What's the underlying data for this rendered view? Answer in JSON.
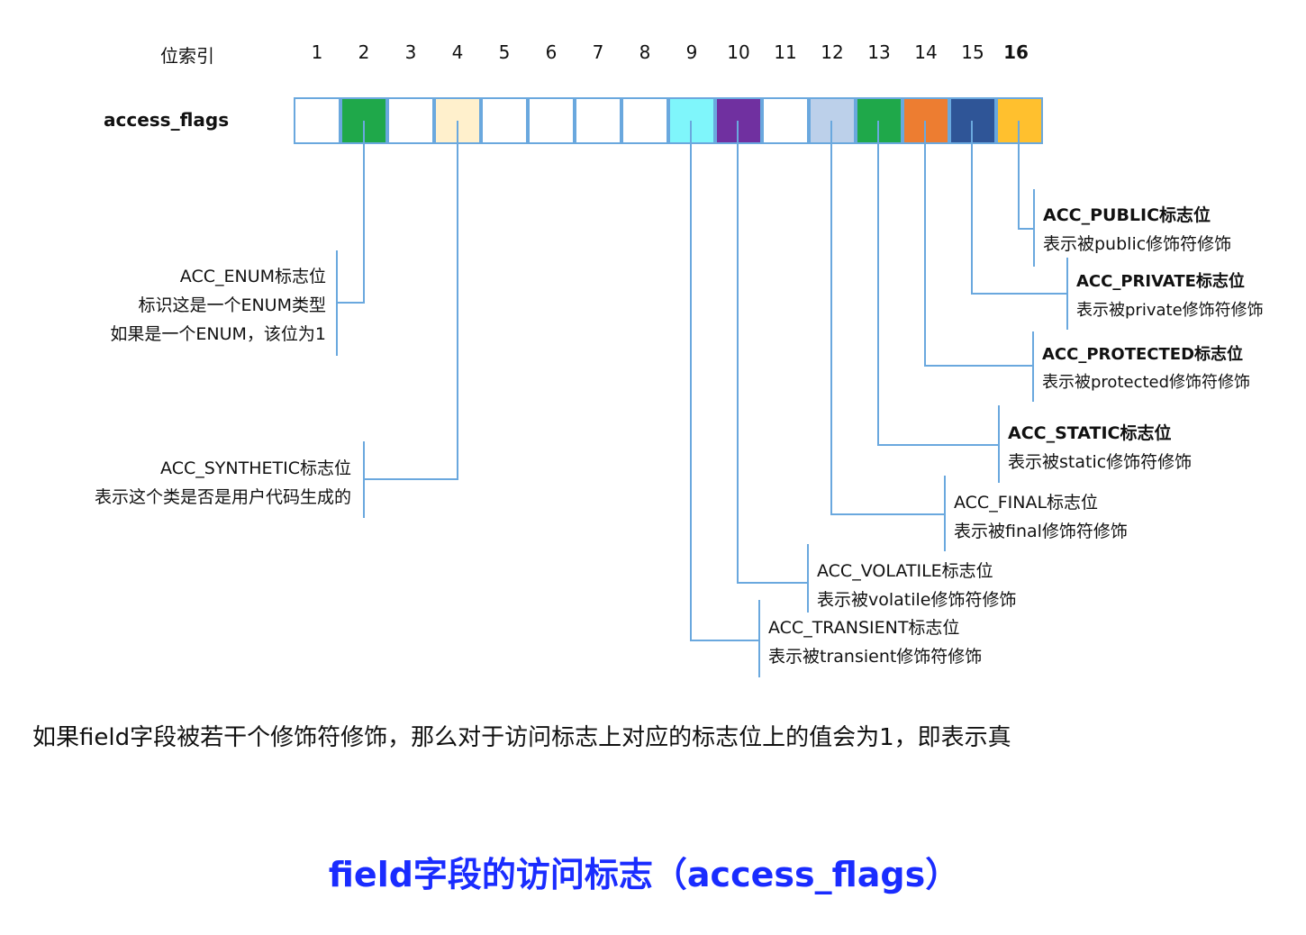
{
  "header": {
    "index_label": "位索引",
    "row_label": "access_flags"
  },
  "bits": [
    {
      "index": "1",
      "color": "#ffffff"
    },
    {
      "index": "2",
      "color": "#1fa84a"
    },
    {
      "index": "3",
      "color": "#ffffff"
    },
    {
      "index": "4",
      "color": "#fff0cc"
    },
    {
      "index": "5",
      "color": "#ffffff"
    },
    {
      "index": "6",
      "color": "#ffffff"
    },
    {
      "index": "7",
      "color": "#ffffff"
    },
    {
      "index": "8",
      "color": "#ffffff"
    },
    {
      "index": "9",
      "color": "#7ff6fb"
    },
    {
      "index": "10",
      "color": "#7030a0"
    },
    {
      "index": "11",
      "color": "#ffffff"
    },
    {
      "index": "12",
      "color": "#bcd0ea"
    },
    {
      "index": "13",
      "color": "#1fa84a"
    },
    {
      "index": "14",
      "color": "#ed7d31"
    },
    {
      "index": "15",
      "color": "#2f5597"
    },
    {
      "index": "16",
      "color": "#ffc02e"
    }
  ],
  "annotations": {
    "enum": {
      "title": "ACC_ENUM标志位",
      "line2": "标识这是一个ENUM类型",
      "line3": "如果是一个ENUM，该位为1"
    },
    "synthetic": {
      "title": "ACC_SYNTHETIC标志位",
      "desc": "表示这个类是否是用户代码生成的"
    },
    "public": {
      "title": "ACC_PUBLIC标志位",
      "desc": "表示被public修饰符修饰"
    },
    "private": {
      "title": "ACC_PRIVATE标志位",
      "desc": "表示被private修饰符修饰"
    },
    "protected": {
      "title": "ACC_PROTECTED标志位",
      "desc": "表示被protected修饰符修饰"
    },
    "static": {
      "title": "ACC_STATIC标志位",
      "desc": "表示被static修饰符修饰"
    },
    "final": {
      "title": "ACC_FINAL标志位",
      "desc": "表示被final修饰符修饰"
    },
    "volatile": {
      "title": "ACC_VOLATILE标志位",
      "desc": "表示被volatile修饰符修饰"
    },
    "transient": {
      "title": "ACC_TRANSIENT标志位",
      "desc": "表示被transient修饰符修饰"
    }
  },
  "caption": "如果field字段被若干个修饰符修饰，那么对于访问标志上对应的标志位上的值会为1，即表示真",
  "footer_title": "field字段的访问标志（access_flags）",
  "colors": {
    "line": "#6aa8de",
    "cell_border": "#6aa8de",
    "footer": "#1a2cff"
  }
}
